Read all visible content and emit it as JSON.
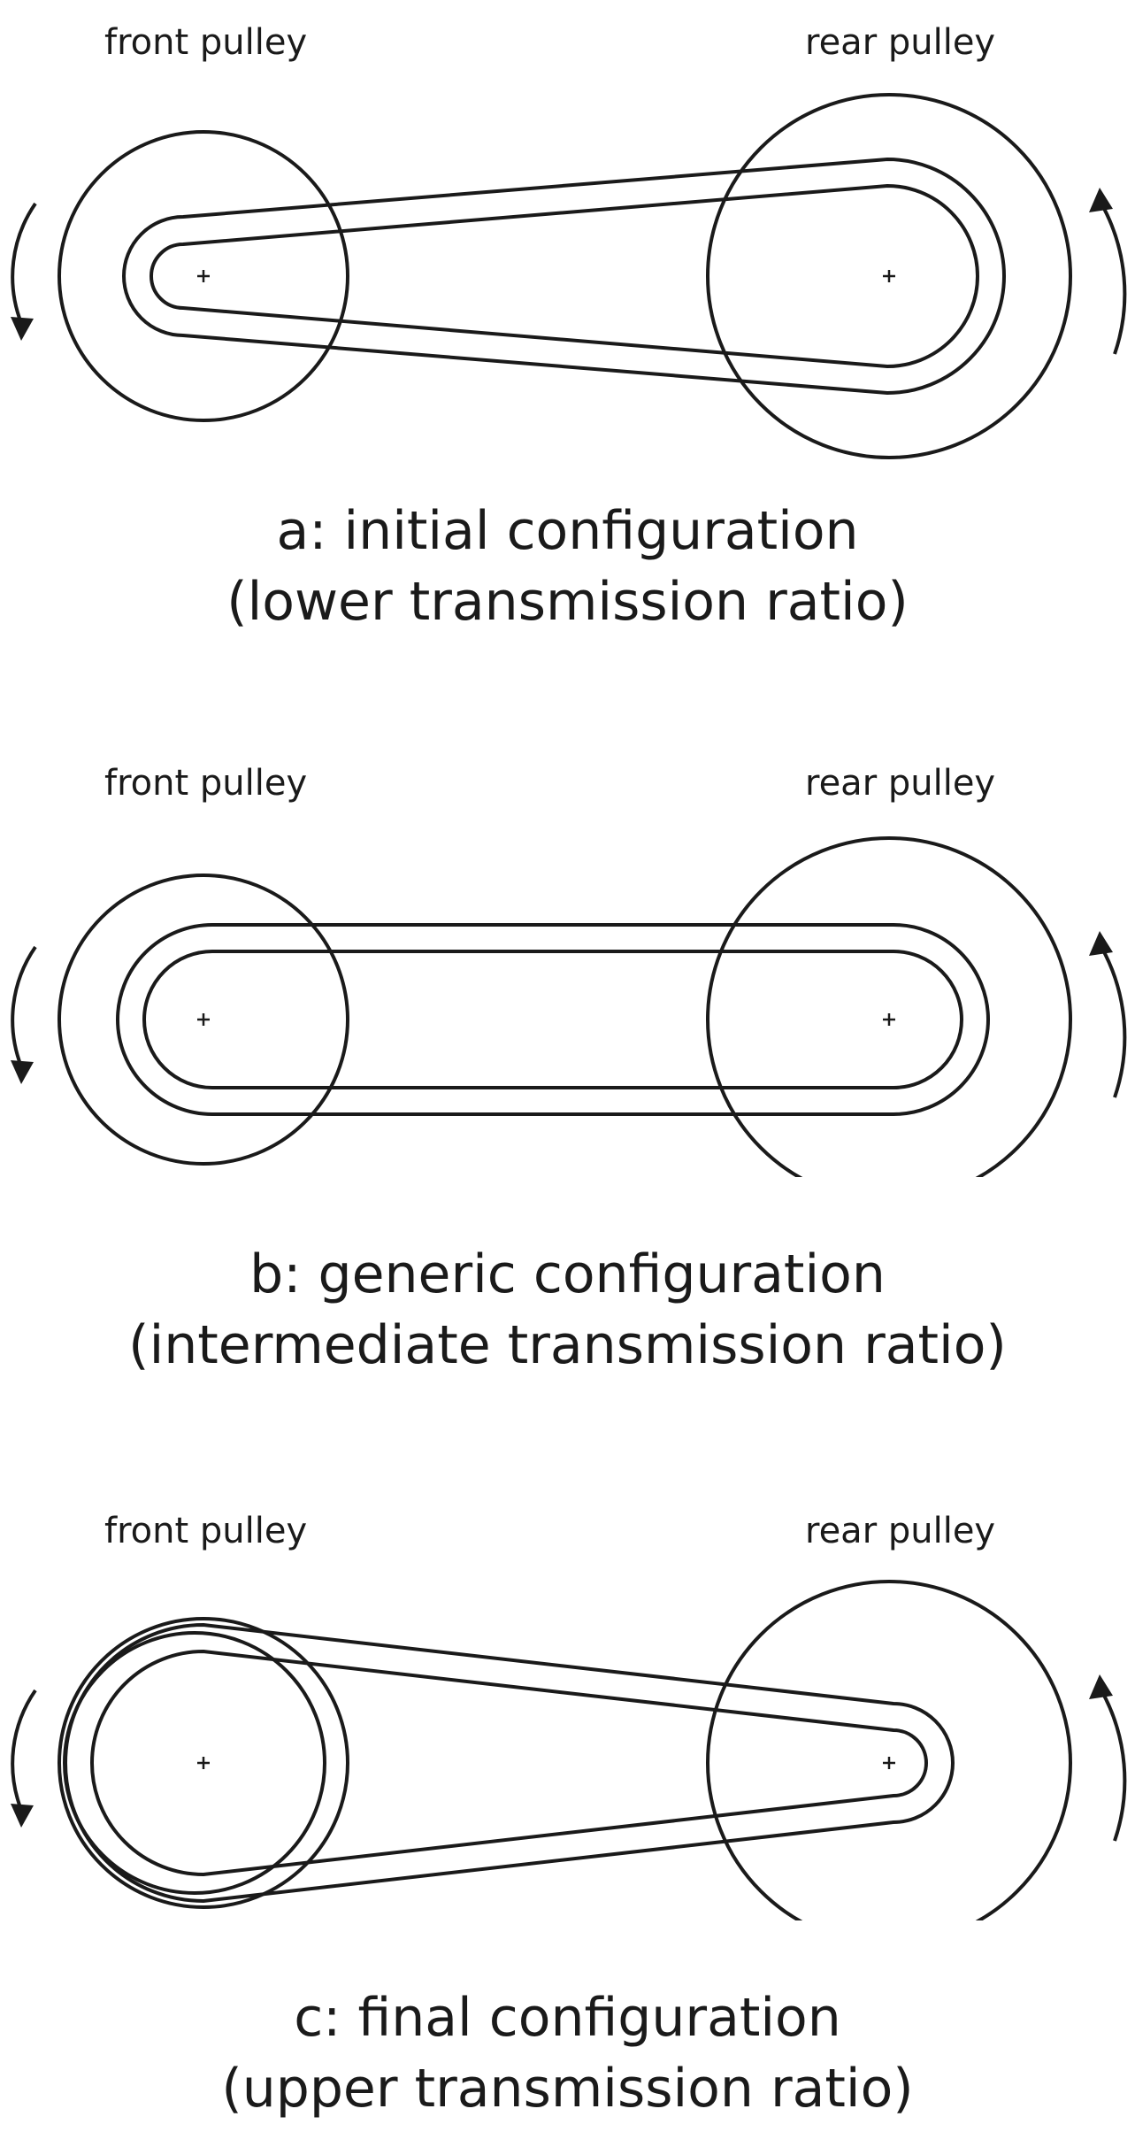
{
  "panels": [
    {
      "id": "a",
      "front_label": "front pulley",
      "rear_label": "rear pulley",
      "title": "a: initial configuration",
      "subtitle": "(lower transmission ratio)"
    },
    {
      "id": "b",
      "front_label": "front pulley",
      "rear_label": "rear pulley",
      "title": "b: generic configuration",
      "subtitle": "(intermediate transmission ratio)"
    },
    {
      "id": "c",
      "front_label": "front pulley",
      "rear_label": "rear pulley",
      "title": "c: final configuration",
      "subtitle": "(upper transmission ratio)"
    }
  ]
}
